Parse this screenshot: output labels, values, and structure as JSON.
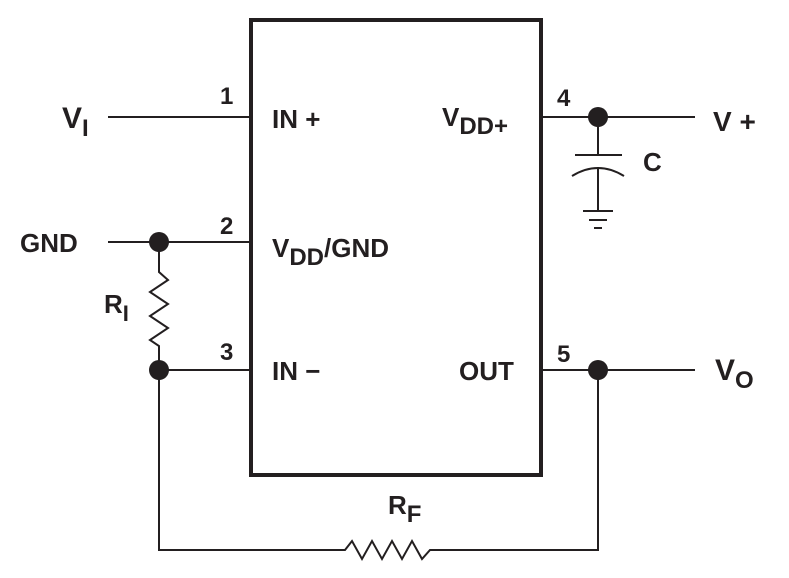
{
  "chip": {
    "pins": [
      {
        "number": "1",
        "name": "IN +"
      },
      {
        "number": "2",
        "name_main": "V",
        "name_sub": "DD",
        "name_suffix": "/GND"
      },
      {
        "number": "3",
        "name": "IN −"
      },
      {
        "number": "4",
        "name_main": "V",
        "name_sub": "DD+"
      },
      {
        "number": "5",
        "name": "OUT"
      }
    ]
  },
  "external": {
    "vi": {
      "main": "V",
      "sub": "I"
    },
    "gnd": "GND",
    "ri": {
      "main": "R",
      "sub": "I"
    },
    "rf": {
      "main": "R",
      "sub": "F"
    },
    "vplus": "V +",
    "cap": "C",
    "vo": {
      "main": "V",
      "sub": "O"
    }
  }
}
